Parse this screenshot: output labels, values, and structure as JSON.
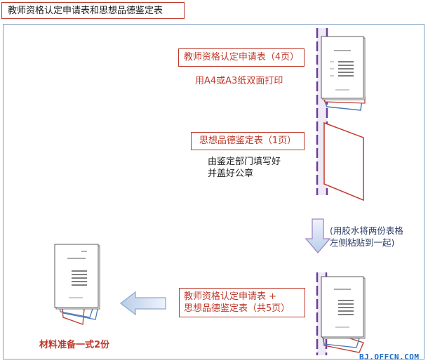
{
  "title": "教师资格认定申请表和思想品德鉴定表",
  "application_form": {
    "label": "教师资格认定申请表（4页）",
    "note": "用A4或A3纸双面打印"
  },
  "moral_form": {
    "label": "思想品德鉴定表（1页）",
    "note_lines": [
      "由鉴定部门填写好",
      "并盖好公章"
    ]
  },
  "glue_note_lines": [
    "(用胶水将两份表格",
    "左侧粘贴到一起)"
  ],
  "combined": {
    "label_lines": [
      "教师资格认定申请表  +",
      "思想品德鉴定表（共5页）"
    ]
  },
  "final_label": "材料准备一式2份",
  "watermark": "BJ.OFFCN.COM",
  "colors": {
    "accent_red": "#c0392b",
    "dashed_purple": "#6a3d9a",
    "blue_page": "#4a7ab8",
    "arrow_fill": "#c9d9f0"
  }
}
